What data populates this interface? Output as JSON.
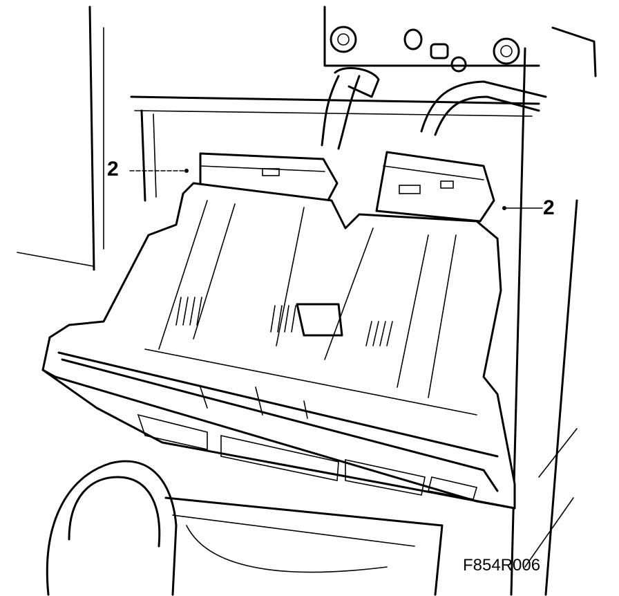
{
  "callouts": {
    "left_label": "2",
    "right_label": "2"
  },
  "figure_code": "F854R006",
  "colors": {
    "ink": "#000000",
    "paper": "#ffffff"
  }
}
